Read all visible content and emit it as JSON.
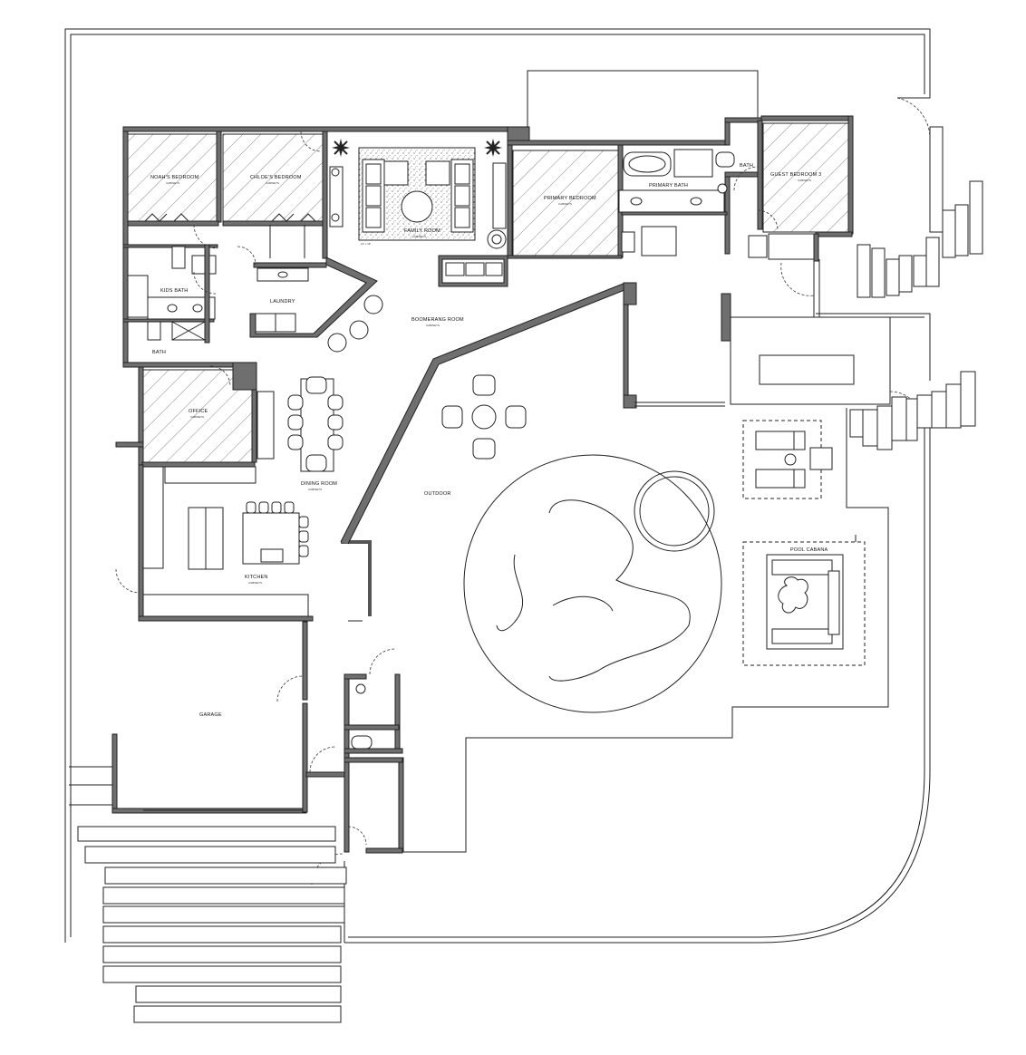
{
  "rooms": {
    "noahs_bedroom": "NOAH'S BEDROOM",
    "chloes_bedroom": "CHLOE'S BEDROOM",
    "family_room": "FAMILY ROOM",
    "primary_bedroom": "PRIMARY BEDROOM",
    "primary_bath": "PRIMARY BATH",
    "bath_right": "BATH",
    "guest_bedroom": "GUEST BEDROOM 3",
    "kids_bath": "KIDS BATH",
    "laundry": "LAUNDRY",
    "boomerang_room": "BOOMERANG ROOM",
    "bath_left": "BATH",
    "office": "OFFICE",
    "dining_room": "DINING ROOM",
    "outdoor": "OUTDOOR",
    "pool_cabana": "POOL CABANA",
    "kitchen": "KITCHEN",
    "garage": "GARAGE"
  },
  "room_sub": "CABINETS",
  "dimension_note": "12' x 18'"
}
